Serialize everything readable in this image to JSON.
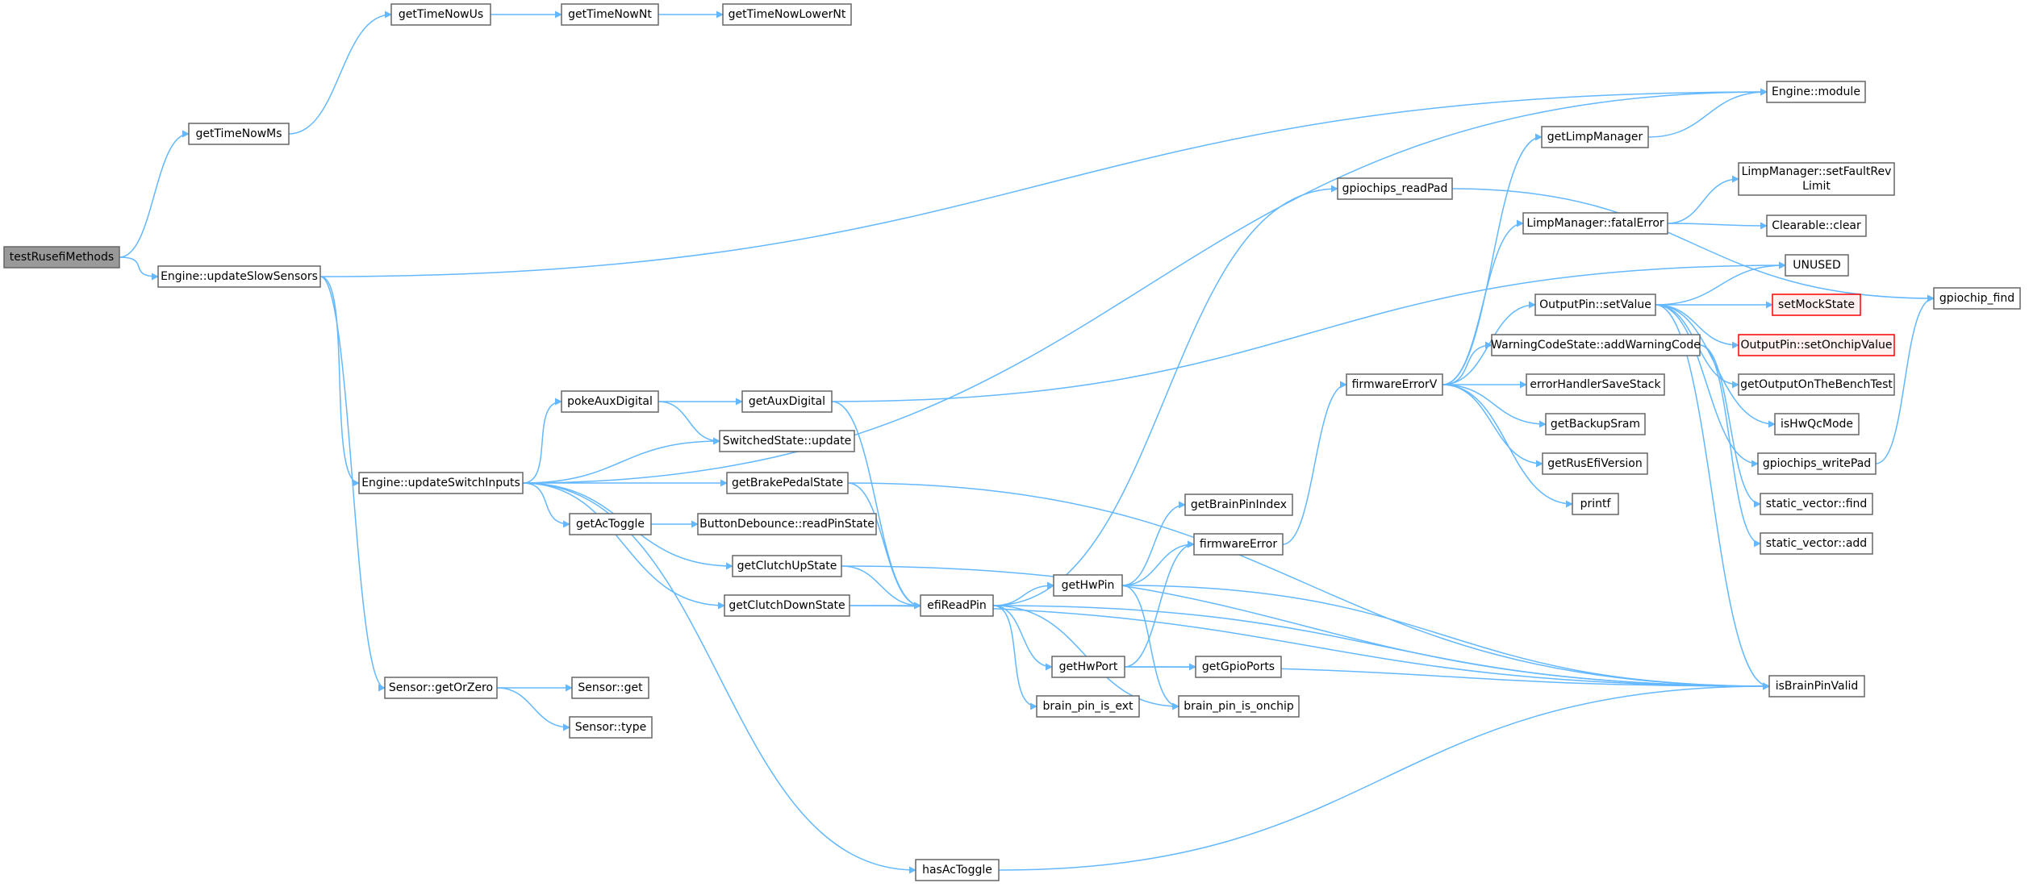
{
  "graph": {
    "colors": {
      "edge": "#63b8ff",
      "node_border": "#666666",
      "root_fill": "#999999",
      "missing_border": "#ff0000",
      "missing_fill": "#fff0f0"
    },
    "nodes": [
      {
        "id": "testRusefiMethods",
        "label": "testRusefiMethods",
        "kind": "root"
      },
      {
        "id": "getTimeNowMs",
        "label": "getTimeNowMs"
      },
      {
        "id": "updateSlowSensors",
        "label": "Engine::updateSlowSensors"
      },
      {
        "id": "getTimeNowUs",
        "label": "getTimeNowUs"
      },
      {
        "id": "getTimeNowNt",
        "label": "getTimeNowNt"
      },
      {
        "id": "getTimeNowLowerNt",
        "label": "getTimeNowLowerNt"
      },
      {
        "id": "engineModule",
        "label": "Engine::module"
      },
      {
        "id": "updateSwitchInputs",
        "label": "Engine::updateSwitchInputs"
      },
      {
        "id": "getOrZero",
        "label": "Sensor::getOrZero"
      },
      {
        "id": "sensorGet",
        "label": "Sensor::get"
      },
      {
        "id": "sensorType",
        "label": "Sensor::type"
      },
      {
        "id": "pokeAuxDigital",
        "label": "pokeAuxDigital"
      },
      {
        "id": "getAuxDigital",
        "label": "getAuxDigital"
      },
      {
        "id": "switchedUpdate",
        "label": "SwitchedState::update"
      },
      {
        "id": "getBrakePedalState",
        "label": "getBrakePedalState"
      },
      {
        "id": "getAcToggle",
        "label": "getAcToggle"
      },
      {
        "id": "readPinState",
        "label": "ButtonDebounce::readPinState"
      },
      {
        "id": "getClutchUpState",
        "label": "getClutchUpState"
      },
      {
        "id": "getClutchDownState",
        "label": "getClutchDownState"
      },
      {
        "id": "hasAcToggle",
        "label": "hasAcToggle"
      },
      {
        "id": "efiReadPin",
        "label": "efiReadPin"
      },
      {
        "id": "gpiochipsReadPad",
        "label": "gpiochips_readPad"
      },
      {
        "id": "getHwPin",
        "label": "getHwPin"
      },
      {
        "id": "getHwPort",
        "label": "getHwPort"
      },
      {
        "id": "brainPinIsExt",
        "label": "brain_pin_is_ext"
      },
      {
        "id": "brainPinIsOnchip",
        "label": "brain_pin_is_onchip"
      },
      {
        "id": "getBrainPinIndex",
        "label": "getBrainPinIndex"
      },
      {
        "id": "firmwareError",
        "label": "firmwareError"
      },
      {
        "id": "getGpioPorts",
        "label": "getGpioPorts"
      },
      {
        "id": "firmwareErrorV",
        "label": "firmwareErrorV"
      },
      {
        "id": "getLimpManager",
        "label": "getLimpManager"
      },
      {
        "id": "fatalError",
        "label": "LimpManager::fatalError"
      },
      {
        "id": "setValue",
        "label": "OutputPin::setValue"
      },
      {
        "id": "addWarningCode",
        "label": "WarningCodeState::addWarningCode"
      },
      {
        "id": "errorHandlerSaveStack",
        "label": "errorHandlerSaveStack"
      },
      {
        "id": "getBackupSram",
        "label": "getBackupSram"
      },
      {
        "id": "getRusEfiVersion",
        "label": "getRusEfiVersion"
      },
      {
        "id": "printf",
        "label": "printf"
      },
      {
        "id": "setFaultRevLimit",
        "label": "LimpManager::setFaultRev",
        "label2": "Limit"
      },
      {
        "id": "clearableClear",
        "label": "Clearable::clear"
      },
      {
        "id": "unused",
        "label": "UNUSED"
      },
      {
        "id": "setMockState",
        "label": "setMockState",
        "kind": "red"
      },
      {
        "id": "setOnchipValue",
        "label": "OutputPin::setOnchipValue",
        "kind": "red"
      },
      {
        "id": "getOutputOnTheBenchTest",
        "label": "getOutputOnTheBenchTest"
      },
      {
        "id": "isHwQcMode",
        "label": "isHwQcMode"
      },
      {
        "id": "gpiochipsWritePad",
        "label": "gpiochips_writePad"
      },
      {
        "id": "staticVectorFind",
        "label": "static_vector::find"
      },
      {
        "id": "staticVectorAdd",
        "label": "static_vector::add"
      },
      {
        "id": "isBrainPinValid",
        "label": "isBrainPinValid"
      },
      {
        "id": "gpiochipFind",
        "label": "gpiochip_find"
      }
    ],
    "edges": [
      [
        "testRusefiMethods",
        "getTimeNowMs"
      ],
      [
        "testRusefiMethods",
        "updateSlowSensors"
      ],
      [
        "getTimeNowMs",
        "getTimeNowUs"
      ],
      [
        "getTimeNowUs",
        "getTimeNowNt"
      ],
      [
        "getTimeNowNt",
        "getTimeNowLowerNt"
      ],
      [
        "updateSlowSensors",
        "engineModule"
      ],
      [
        "updateSlowSensors",
        "updateSwitchInputs"
      ],
      [
        "updateSlowSensors",
        "getOrZero"
      ],
      [
        "updateSwitchInputs",
        "engineModule"
      ],
      [
        "updateSwitchInputs",
        "pokeAuxDigital"
      ],
      [
        "updateSwitchInputs",
        "switchedUpdate"
      ],
      [
        "updateSwitchInputs",
        "getBrakePedalState"
      ],
      [
        "updateSwitchInputs",
        "getAcToggle"
      ],
      [
        "updateSwitchInputs",
        "getClutchUpState"
      ],
      [
        "updateSwitchInputs",
        "getClutchDownState"
      ],
      [
        "updateSwitchInputs",
        "hasAcToggle"
      ],
      [
        "pokeAuxDigital",
        "getAuxDigital"
      ],
      [
        "pokeAuxDigital",
        "switchedUpdate"
      ],
      [
        "getAuxDigital",
        "unused"
      ],
      [
        "getAuxDigital",
        "efiReadPin"
      ],
      [
        "getBrakePedalState",
        "efiReadPin"
      ],
      [
        "getBrakePedalState",
        "isBrainPinValid"
      ],
      [
        "getAcToggle",
        "readPinState"
      ],
      [
        "getClutchUpState",
        "efiReadPin"
      ],
      [
        "getClutchUpState",
        "isBrainPinValid"
      ],
      [
        "getClutchDownState",
        "efiReadPin"
      ],
      [
        "getClutchDownState",
        "isBrainPinValid"
      ],
      [
        "hasAcToggle",
        "isBrainPinValid"
      ],
      [
        "getOrZero",
        "sensorGet"
      ],
      [
        "getOrZero",
        "sensorType"
      ],
      [
        "efiReadPin",
        "gpiochipsReadPad"
      ],
      [
        "efiReadPin",
        "getHwPin"
      ],
      [
        "efiReadPin",
        "getHwPort"
      ],
      [
        "efiReadPin",
        "brainPinIsExt"
      ],
      [
        "efiReadPin",
        "brainPinIsOnchip"
      ],
      [
        "efiReadPin",
        "isBrainPinValid"
      ],
      [
        "gpiochipsReadPad",
        "gpiochipFind"
      ],
      [
        "getHwPin",
        "getBrainPinIndex"
      ],
      [
        "getHwPin",
        "firmwareError"
      ],
      [
        "getHwPin",
        "brainPinIsOnchip"
      ],
      [
        "getHwPin",
        "isBrainPinValid"
      ],
      [
        "getHwPort",
        "firmwareError"
      ],
      [
        "getHwPort",
        "getGpioPorts"
      ],
      [
        "getHwPort",
        "isBrainPinValid"
      ],
      [
        "firmwareError",
        "firmwareErrorV"
      ],
      [
        "firmwareErrorV",
        "getLimpManager"
      ],
      [
        "firmwareErrorV",
        "fatalError"
      ],
      [
        "firmwareErrorV",
        "setValue"
      ],
      [
        "firmwareErrorV",
        "addWarningCode"
      ],
      [
        "firmwareErrorV",
        "errorHandlerSaveStack"
      ],
      [
        "firmwareErrorV",
        "getBackupSram"
      ],
      [
        "firmwareErrorV",
        "getRusEfiVersion"
      ],
      [
        "firmwareErrorV",
        "printf"
      ],
      [
        "getLimpManager",
        "engineModule"
      ],
      [
        "fatalError",
        "setFaultRevLimit"
      ],
      [
        "fatalError",
        "clearableClear"
      ],
      [
        "setValue",
        "unused"
      ],
      [
        "setValue",
        "setMockState"
      ],
      [
        "setValue",
        "setOnchipValue"
      ],
      [
        "setValue",
        "getOutputOnTheBenchTest"
      ],
      [
        "setValue",
        "isHwQcMode"
      ],
      [
        "setValue",
        "gpiochipsWritePad"
      ],
      [
        "setValue",
        "isBrainPinValid"
      ],
      [
        "addWarningCode",
        "staticVectorFind"
      ],
      [
        "addWarningCode",
        "staticVectorAdd"
      ],
      [
        "gpiochipsWritePad",
        "gpiochipFind"
      ]
    ]
  }
}
